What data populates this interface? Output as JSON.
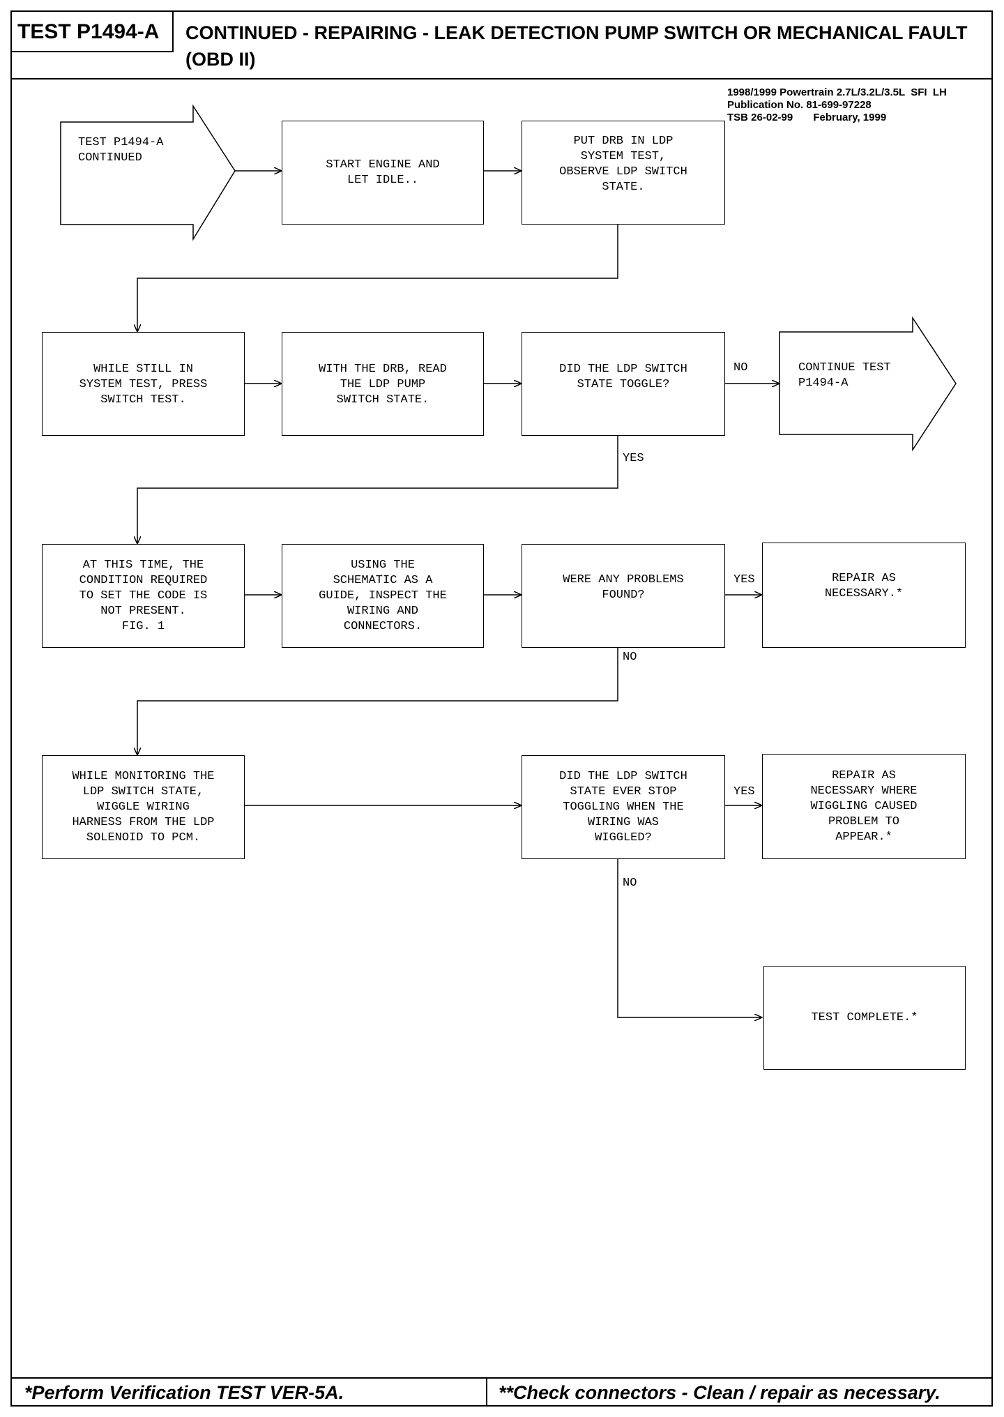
{
  "header": {
    "test_id": "TEST P1494-A",
    "title": "CONTINUED - REPAIRING - LEAK DETECTION PUMP SWITCH OR MECHANICAL FAULT (OBD II)"
  },
  "publication": {
    "line1": "1998/1999 Powertrain 2.7L/3.2L/3.5L  SFI  LH",
    "line2": "Publication No. 81-699-97228",
    "line3": "TSB 26-02-99       February, 1999"
  },
  "nodes": {
    "start": "TEST P1494-A\nCONTINUED",
    "start_engine": "START ENGINE AND\nLET IDLE..",
    "put_drb": "PUT DRB IN LDP\nSYSTEM TEST,\nOBSERVE LDP SWITCH\nSTATE.",
    "while_still": "WHILE STILL IN\nSYSTEM TEST, PRESS\nSWITCH TEST.",
    "with_drb": "WITH THE DRB, READ\nTHE LDP PUMP\nSWITCH STATE.",
    "did_toggle": "DID THE LDP SWITCH\nSTATE TOGGLE?",
    "continue_test": "CONTINUE TEST\nP1494-A",
    "at_this_time": "AT THIS TIME, THE\nCONDITION REQUIRED\nTO SET THE CODE IS\nNOT PRESENT.\nFIG. 1",
    "using_schematic": "USING THE\nSCHEMATIC AS A\nGUIDE, INSPECT THE\nWIRING AND\nCONNECTORS.",
    "were_problems": "WERE ANY PROBLEMS\nFOUND?",
    "repair1": "REPAIR AS\nNECESSARY.*",
    "while_monitoring": "WHILE MONITORING THE\nLDP SWITCH STATE,\nWIGGLE WIRING\nHARNESS FROM THE LDP\nSOLENOID TO PCM.",
    "did_stop": "DID THE LDP SWITCH\nSTATE EVER STOP\nTOGGLING WHEN THE\nWIRING WAS\nWIGGLED?",
    "repair2": "REPAIR AS\nNECESSARY WHERE\nWIGGLING CAUSED\nPROBLEM TO\nAPPEAR.*",
    "test_complete": "TEST COMPLETE.*"
  },
  "edge_labels": {
    "no1": "NO",
    "yes1": "YES",
    "yes2": "YES",
    "no2": "NO",
    "yes3": "YES",
    "no3": "NO"
  },
  "footer": {
    "left": "*Perform Verification TEST VER-5A.",
    "right": "**Check connectors - Clean / repair as necessary."
  }
}
